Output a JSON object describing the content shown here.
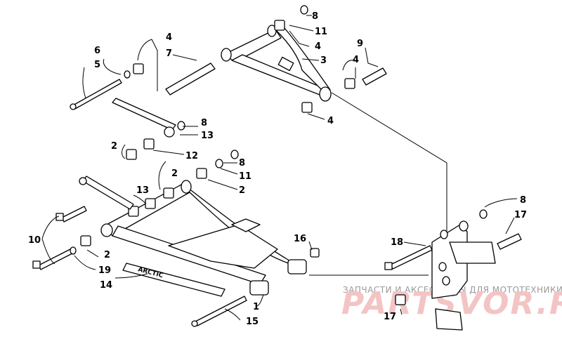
{
  "callouts": {
    "c1": "1",
    "c2a": "2",
    "c2b": "2",
    "c2c": "2",
    "c2d": "2",
    "c3": "3",
    "c4a": "4",
    "c4b": "4",
    "c4c": "4",
    "c4d": "4",
    "c5": "5",
    "c6": "6",
    "c7": "7",
    "c8a": "8",
    "c8b": "8",
    "c8c": "8",
    "c8d": "8",
    "c9": "9",
    "c10": "10",
    "c11a": "11",
    "c11b": "11",
    "c12": "12",
    "c13a": "13",
    "c13b": "13",
    "c14": "14",
    "c15": "15",
    "c16": "16",
    "c17a": "17",
    "c17b": "17",
    "c18": "18",
    "c19": "19"
  },
  "decal_text": "ARCTIC",
  "watermark": {
    "tagline": "ЗАПЧАСТИ И АКСЕССУАРЫ ДЛЯ МОТОТЕХНИКИ",
    "brand": "PARTSVOR.RU"
  }
}
